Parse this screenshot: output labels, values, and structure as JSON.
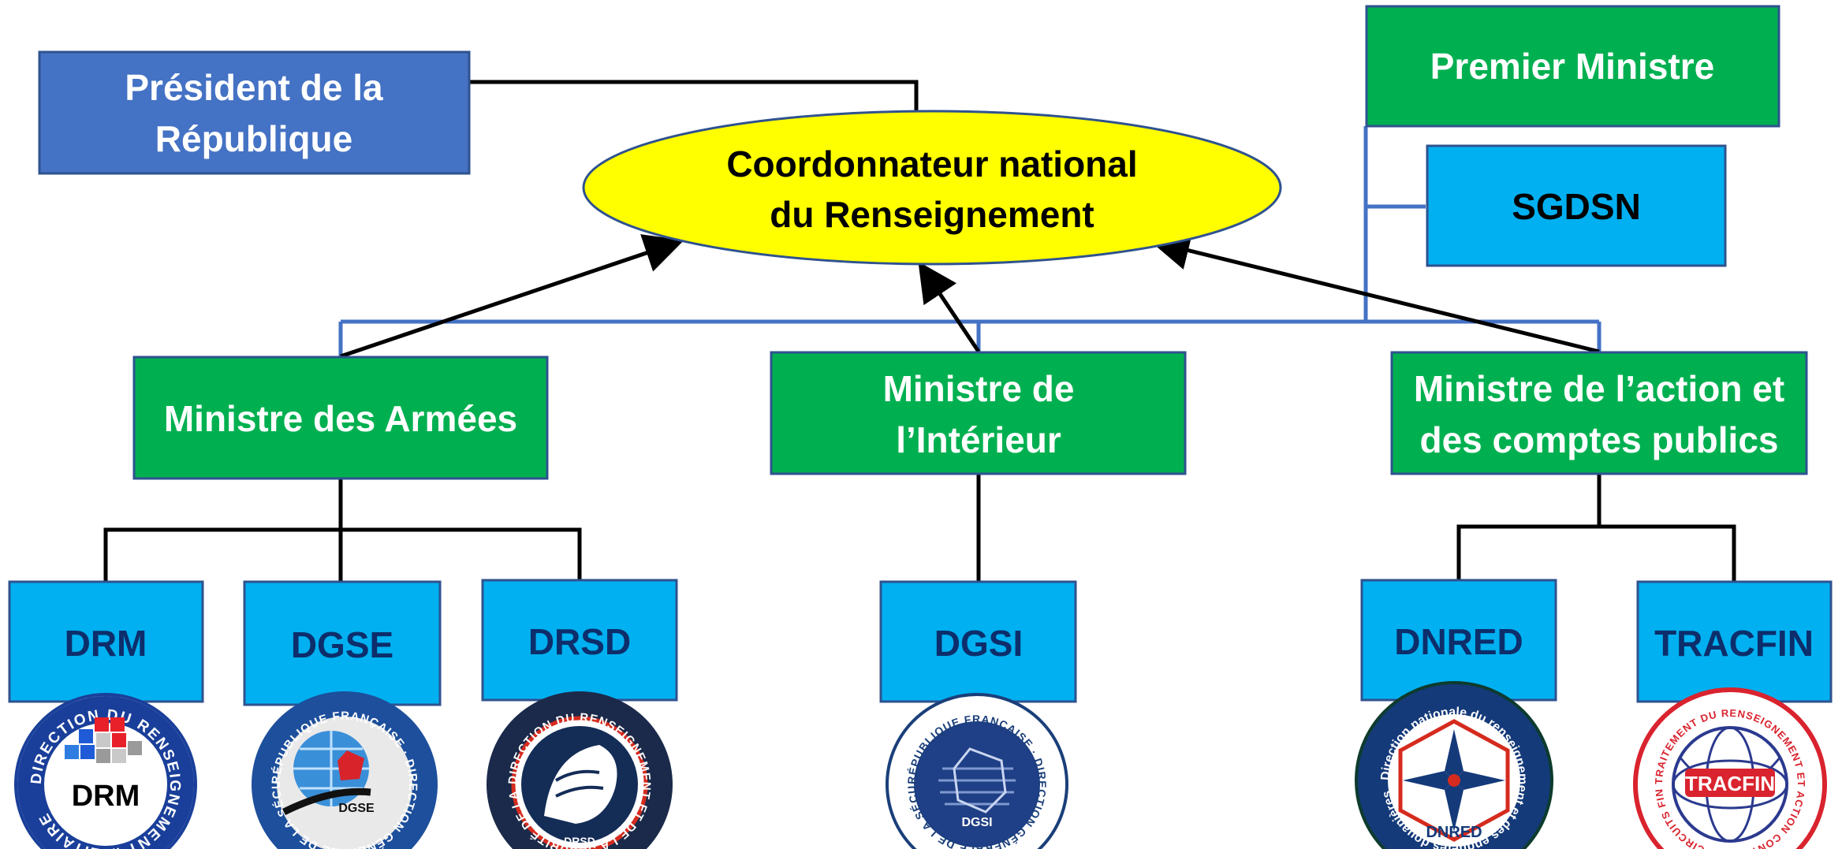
{
  "colors": {
    "president_fill": "#4472c4",
    "green_fill": "#00b050",
    "cyan_fill": "#00b0f0",
    "ellipse_fill": "#ffff00",
    "blue_line": "#4472c4",
    "black_line": "#000000",
    "agency_text": "#0d2e6b"
  },
  "nodes": {
    "president": {
      "line1": "Président de la",
      "line2": "République"
    },
    "coordinator": {
      "line1": "Coordonnateur national",
      "line2": "du Renseignement"
    },
    "premier_ministre": {
      "label": "Premier Ministre"
    },
    "sgdsn": {
      "label": "SGDSN"
    },
    "armees": {
      "label": "Ministre des Armées"
    },
    "interieur": {
      "line1": "Ministre de",
      "line2": "l’Intérieur"
    },
    "action_comptes": {
      "line1": "Ministre de l’action et",
      "line2": "des comptes publics"
    }
  },
  "agencies": [
    {
      "label": "DRM",
      "seal_inner": "DRM",
      "seal_ring": "DIRECTION DU RENSEIGNEMENT MILITAIRE",
      "seal_icon": "drm-pixel-flag-icon"
    },
    {
      "label": "DGSE",
      "seal_inner": "DGSE",
      "seal_ring": "RÉPUBLIQUE FRANÇAISE · DIRECTION GÉNÉRALE DE LA SÉCURITÉ EXTÉRIEURE",
      "seal_icon": "dgse-globe-icon"
    },
    {
      "label": "DRSD",
      "seal_inner": "DRSD",
      "seal_ring": "DIRECTION DU RENSEIGNEMENT ET DE LA SÉCURITÉ DE LA DÉFENSE",
      "seal_icon": "drsd-lion-icon"
    },
    {
      "label": "DGSI",
      "seal_inner": "DGSI",
      "seal_ring": "RÉPUBLIQUE FRANÇAISE · DIRECTION GÉNÉRALE DE LA SÉCURITÉ INTÉRIEURE",
      "seal_icon": "dgsi-map-icon"
    },
    {
      "label": "DNRED",
      "seal_inner": "DNRED",
      "seal_ring": "Direction nationale du renseignement et des enquêtes douanières",
      "seal_icon": "dnred-compass-icon"
    },
    {
      "label": "TRACFIN",
      "seal_inner": "TRACFIN",
      "seal_ring": "TRAITEMENT DU RENSEIGNEMENT ET ACTION CONTRE LES CIRCUITS FINANCIERS CLANDESTINS",
      "seal_icon": "tracfin-globe-icon"
    }
  ]
}
